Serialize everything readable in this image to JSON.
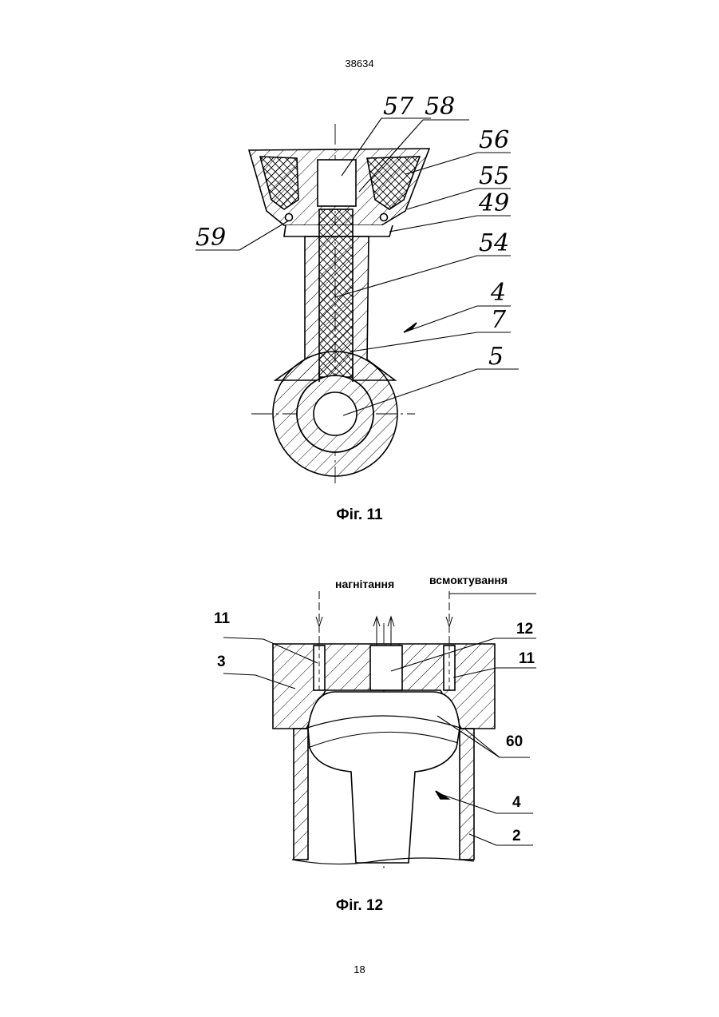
{
  "header": {
    "page_code": "38634"
  },
  "footer": {
    "page_number": "18"
  },
  "figure11": {
    "caption": "Фіг. 11",
    "labels": {
      "l57": "57",
      "l58": "58",
      "l56": "56",
      "l55": "55",
      "l49": "49",
      "l59": "59",
      "l54": "54",
      "l4": "4",
      "l7": "7",
      "l5": "5"
    }
  },
  "figure12": {
    "caption": "Фіг. 12",
    "flow_labels": {
      "discharge": "нагнітання",
      "suction": "всмоктування"
    },
    "labels": {
      "l11_left": "11",
      "l3": "3",
      "l12": "12",
      "l11_right": "11",
      "l60": "60",
      "l4": "4",
      "l2": "2"
    }
  }
}
